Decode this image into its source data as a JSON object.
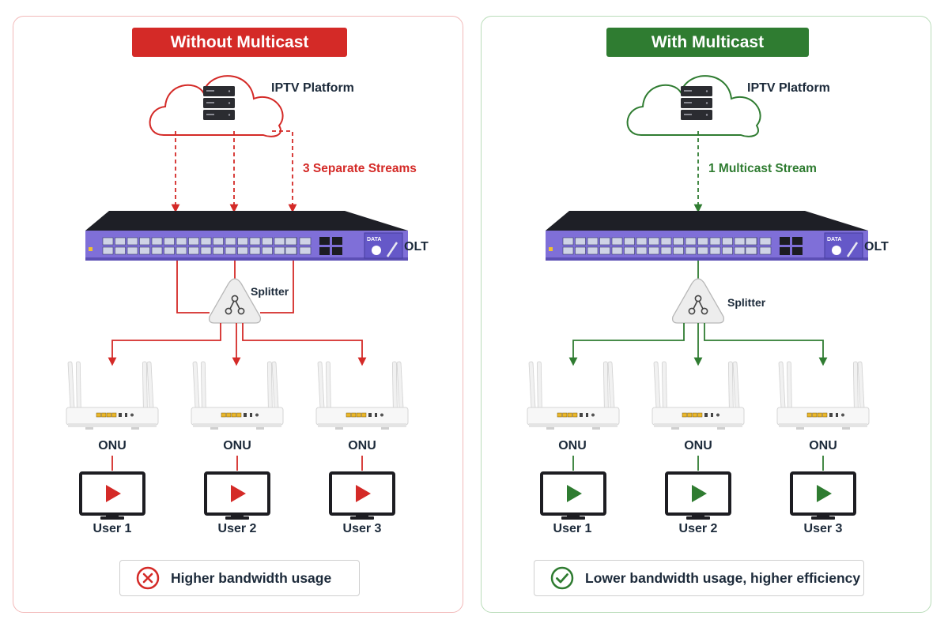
{
  "colors": {
    "bad": "#d42a27",
    "good": "#2f7c31",
    "text": "#1c2a3a",
    "olt_body": "#7f6fd8",
    "olt_dark": "#1e1f26"
  },
  "left": {
    "title": "Without Multicast",
    "platform_label": "IPTV Platform",
    "stream_label": "3 Separate Streams",
    "olt_label": "OLT",
    "olt_brand": "DATA",
    "splitter_label": "Splitter",
    "onus": [
      {
        "onu_label": "ONU",
        "user_label": "User 1"
      },
      {
        "onu_label": "ONU",
        "user_label": "User 2"
      },
      {
        "onu_label": "ONU",
        "user_label": "User 3"
      }
    ],
    "result_icon": "x-circle-icon",
    "result_text": "Higher bandwidth usage"
  },
  "right": {
    "title": "With Multicast",
    "platform_label": "IPTV Platform",
    "stream_label": "1 Multicast Stream",
    "olt_label": "OLT",
    "olt_brand": "DATA",
    "splitter_label": "Splitter",
    "onus": [
      {
        "onu_label": "ONU",
        "user_label": "User 1"
      },
      {
        "onu_label": "ONU",
        "user_label": "User 2"
      },
      {
        "onu_label": "ONU",
        "user_label": "User 3"
      }
    ],
    "result_icon": "check-circle-icon",
    "result_text": "Lower bandwidth usage, higher efficiency"
  }
}
